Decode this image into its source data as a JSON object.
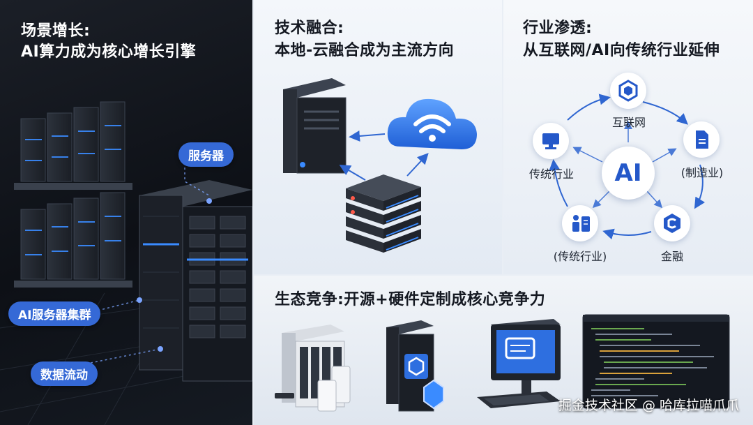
{
  "scene": {
    "title_line1": "场景增长:",
    "title_line2": "AI算力成为核心增长引擎",
    "label_server": "服务器",
    "label_cluster": "AI服务器集群",
    "label_dataflow": "数据流动"
  },
  "tech": {
    "title_line1": "技术融合:",
    "title_line2": "本地-云融合成为主流方向"
  },
  "industry": {
    "title_line1": "行业渗透:",
    "title_line2": "从互联网/AI向传统行业延伸",
    "center": "AI",
    "nodes": {
      "internet": "互联网",
      "manufacturing": "(制造业)",
      "finance": "金融",
      "traditional_bottom": "(传统行业)",
      "traditional_left": "传统行业"
    }
  },
  "eco": {
    "title": "生态竞争:开源+硬件定制成核心竞争力"
  },
  "watermark": "掘金技术社区 @ 哈库拉喵爪爪",
  "colors": {
    "accent": "#3569d6",
    "glow": "#3a8bff",
    "dark_bg": "#11151c"
  }
}
